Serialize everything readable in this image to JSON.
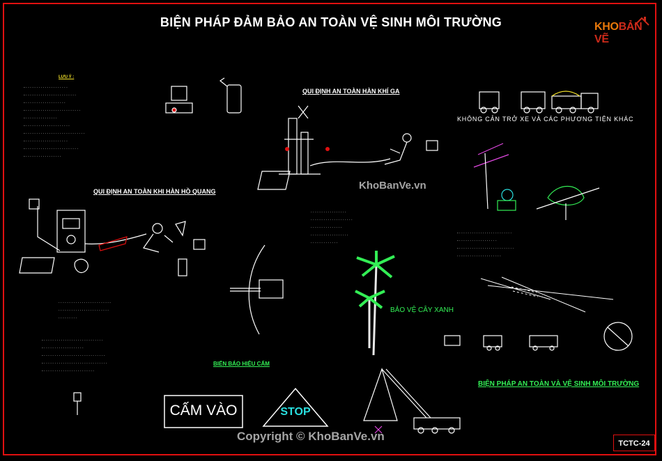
{
  "title": "BIỆN PHÁP ĐẢM BẢO AN TOÀN VỆ SINH MÔI TRƯỜNG",
  "logo": {
    "kho": "KHO",
    "ban_ve": "BẢN VẼ"
  },
  "watermark": {
    "middle": "KhoBanVe.vn",
    "bottom": "Copyright © KhoBanVe.vn"
  },
  "sheet_code": "TCTC-24",
  "sections": {
    "welding_gas": "QUI ĐỊNH AN TOÀN HÀN KHÍ GA",
    "electric_welding": "QUI ĐỊNH AN TOÀN KHI HÀN HỒ QUANG",
    "no_obstruction": "KHÔNG CẢN TRỞ XE VÀ CÁC PHƯƠNG TIỆN KHÁC",
    "tree_protection": "BẢO VỆ CÂY XANH",
    "no_entry_signs": "BIỂN BÁO HIỆU CẤM",
    "env_safety": "BIỆN PHÁP AN TOÀN VÀ VỆ SINH MÔI TRƯỜNG"
  },
  "signs": {
    "no_entry": "CẤM VÀO",
    "stop": "STOP"
  },
  "colors": {
    "frame": "#e01010",
    "cyan": "#29e0e0",
    "green": "#33ee55",
    "yellow": "#f2e12a",
    "magenta": "#e048e0"
  }
}
